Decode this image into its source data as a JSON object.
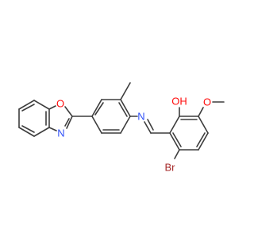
{
  "molecule": {
    "atoms": [
      {
        "symbol": "O",
        "label": "O",
        "color": "#ff0d0d"
      },
      {
        "symbol": "N",
        "label": "N",
        "color": "#3050f8"
      },
      {
        "symbol": "N",
        "label": "N",
        "color": "#3050f8"
      },
      {
        "symbol": "O",
        "label": "OH",
        "color": "#ff0d0d"
      },
      {
        "symbol": "O",
        "label": "O",
        "color": "#ff0d0d"
      },
      {
        "symbol": "Br",
        "label": "Br",
        "color": "#a62929"
      }
    ],
    "bond_color": "#3d3d3d"
  }
}
